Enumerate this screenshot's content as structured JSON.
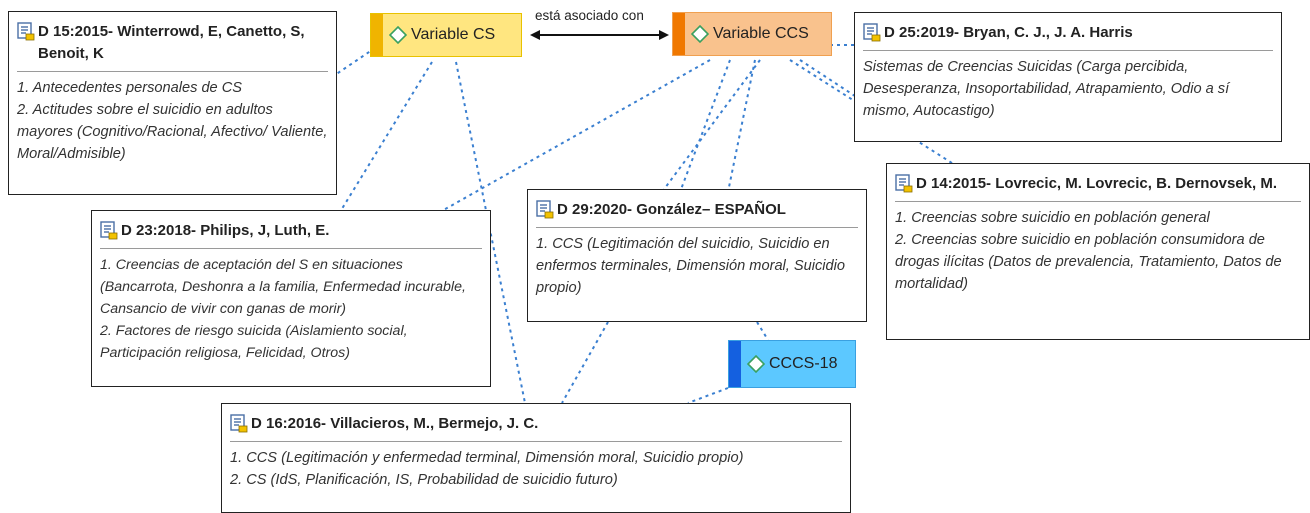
{
  "codes": [
    {
      "id": "var_cs",
      "label": "Variable CS",
      "fill": "#ffe680",
      "stripe": "#f0b400",
      "border": "#e8c200"
    },
    {
      "id": "var_ccs",
      "label": "Variable CCS",
      "fill": "#f9c28d",
      "stripe": "#f07800",
      "border": "#f0a050"
    },
    {
      "id": "cccs18",
      "label": "CCCS-18",
      "fill": "#5cc8ff",
      "stripe": "#1460e0",
      "border": "#3aa0e0"
    }
  ],
  "relation_label": "está asociado con",
  "documents": [
    {
      "id": "d15",
      "title": "D 15:2015- Winterrowd, E, Canetto, S, Benoit, K",
      "items": [
        "1. Antecedentes personales de CS",
        "2. Actitudes sobre el suicidio en adultos mayores (Cognitivo/Racional, Afectivo/ Valiente, Moral/Admisible)"
      ]
    },
    {
      "id": "d25",
      "title": "D 25:2019- Bryan, C. J., J. A. Harris",
      "items": [
        "Sistemas de Creencias Suicidas (Carga percibida, Desesperanza, Insoportabilidad, Atrapamiento, Odio a sí mismo, Autocastigo)"
      ]
    },
    {
      "id": "d14",
      "title": "D 14:2015- Lovrecic, M. Lovrecic, B. Dernovsek, M.",
      "items": [
        "1. Creencias sobre suicidio en población general",
        "2. Creencias sobre suicidio en población consumidora de drogas ilícitas (Datos de prevalencia, Tratamiento, Datos de mortalidad)"
      ]
    },
    {
      "id": "d29",
      "title": "D 29:2020- González– ESPAÑOL",
      "items": [
        "1. CCS (Legitimación del suicidio, Suicidio en enfermos terminales, Dimensión moral, Suicidio propio)"
      ]
    },
    {
      "id": "d23",
      "title": "D 23:2018- Philips, J, Luth, E.",
      "items": [
        "1. Creencias de aceptación del S en situaciones (Bancarrota, Deshonra a la familia, Enfermedad incurable, Cansancio de vivir con ganas de morir)",
        "2. Factores de riesgo suicida (Aislamiento social, Participación religiosa, Felicidad, Otros)"
      ]
    },
    {
      "id": "d16",
      "title": "D 16:2016- Villacieros, M., Bermejo, J. C.",
      "items": [
        "1. CCS (Legitimación y enfermedad terminal, Dimensión moral, Suicidio propio)",
        "2. CS (IdS, Planificación, IS, Probabilidad de suicidio futuro)"
      ]
    }
  ],
  "colors": {
    "link": "#3a7fd0",
    "border": "#222222",
    "rule": "#9a9a9a"
  }
}
